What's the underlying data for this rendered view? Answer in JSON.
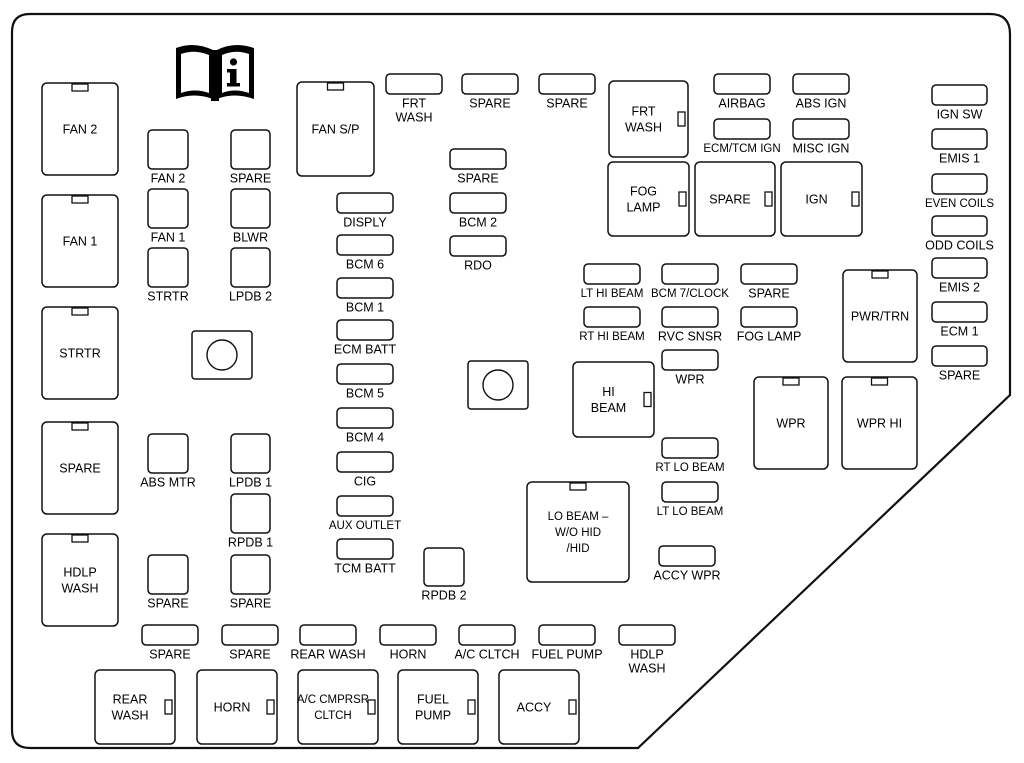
{
  "relays": [
    {
      "lines": [
        "FAN 2"
      ],
      "tab": "top"
    },
    {
      "lines": [
        "FAN 1"
      ],
      "tab": "top"
    },
    {
      "lines": [
        "STRTR"
      ],
      "tab": "top"
    },
    {
      "lines": [
        "SPARE"
      ],
      "tab": "top"
    },
    {
      "lines": [
        "HDLP",
        "WASH"
      ],
      "tab": "top"
    },
    {
      "lines": [
        "FAN S/P"
      ],
      "tab": "top"
    },
    {
      "lines": [
        "FRT",
        "WASH"
      ],
      "tab": "right"
    },
    {
      "lines": [
        "FOG",
        "LAMP"
      ],
      "tab": "right"
    },
    {
      "lines": [
        "SPARE"
      ],
      "tab": "right"
    },
    {
      "lines": [
        "IGN"
      ],
      "tab": "right"
    },
    {
      "lines": [
        "PWR/TRN"
      ],
      "tab": "top"
    },
    {
      "lines": [
        "HI",
        "BEAM"
      ],
      "tab": "right"
    },
    {
      "lines": [
        "WPR"
      ],
      "tab": "top"
    },
    {
      "lines": [
        "WPR HI"
      ],
      "tab": "top"
    },
    {
      "lines": [
        "LO BEAM –",
        "W/O HID",
        "/HID"
      ],
      "tab": "top"
    },
    {
      "lines": [
        "REAR",
        "WASH"
      ],
      "tab": "right"
    },
    {
      "lines": [
        "HORN"
      ],
      "tab": "right"
    },
    {
      "lines": [
        "A/C CMPRSR",
        "CLTCH"
      ],
      "tab": "right"
    },
    {
      "lines": [
        "FUEL",
        "PUMP"
      ],
      "tab": "right"
    },
    {
      "lines": [
        "ACCY"
      ],
      "tab": "right"
    }
  ],
  "mini_fuses": [
    {
      "lines": [
        "FAN 2"
      ]
    },
    {
      "lines": [
        "SPARE"
      ]
    },
    {
      "lines": [
        "FAN 1"
      ]
    },
    {
      "lines": [
        "BLWR"
      ]
    },
    {
      "lines": [
        "STRTR"
      ]
    },
    {
      "lines": [
        "LPDB 2"
      ]
    },
    {
      "lines": [
        "ABS MTR"
      ]
    },
    {
      "lines": [
        "LPDB 1"
      ]
    },
    {
      "lines": [
        "RPDB 1"
      ]
    },
    {
      "lines": [
        "SPARE"
      ]
    },
    {
      "lines": [
        "SPARE"
      ]
    },
    {
      "lines": [
        "RPDB 2"
      ]
    }
  ],
  "fuses": [
    {
      "lines": [
        "FRT",
        "WASH"
      ]
    },
    {
      "lines": [
        "SPARE"
      ]
    },
    {
      "lines": [
        "SPARE"
      ]
    },
    {
      "lines": [
        "AIRBAG"
      ]
    },
    {
      "lines": [
        "ABS IGN"
      ]
    },
    {
      "lines": [
        "ECM/TCM IGN"
      ]
    },
    {
      "lines": [
        "MISC IGN"
      ]
    },
    {
      "lines": [
        "IGN SW"
      ]
    },
    {
      "lines": [
        "EMIS 1"
      ]
    },
    {
      "lines": [
        "EVEN COILS"
      ]
    },
    {
      "lines": [
        "ODD COILS"
      ]
    },
    {
      "lines": [
        "EMIS 2"
      ]
    },
    {
      "lines": [
        "ECM 1"
      ]
    },
    {
      "lines": [
        "SPARE"
      ]
    },
    {
      "lines": [
        "SPARE"
      ]
    },
    {
      "lines": [
        "BCM 2"
      ]
    },
    {
      "lines": [
        "RDO"
      ]
    },
    {
      "lines": [
        "DISPLY"
      ]
    },
    {
      "lines": [
        "BCM 6"
      ]
    },
    {
      "lines": [
        "BCM 1"
      ]
    },
    {
      "lines": [
        "ECM BATT"
      ]
    },
    {
      "lines": [
        "BCM 5"
      ]
    },
    {
      "lines": [
        "BCM 4"
      ]
    },
    {
      "lines": [
        "CIG"
      ]
    },
    {
      "lines": [
        "AUX OUTLET"
      ]
    },
    {
      "lines": [
        "TCM BATT"
      ]
    },
    {
      "lines": [
        "LT HI BEAM"
      ]
    },
    {
      "lines": [
        "BCM 7/CLOCK"
      ]
    },
    {
      "lines": [
        "SPARE"
      ]
    },
    {
      "lines": [
        "RT HI BEAM"
      ]
    },
    {
      "lines": [
        "RVC SNSR"
      ]
    },
    {
      "lines": [
        "FOG LAMP"
      ]
    },
    {
      "lines": [
        "WPR"
      ]
    },
    {
      "lines": [
        "RT LO BEAM"
      ]
    },
    {
      "lines": [
        "LT LO BEAM"
      ]
    },
    {
      "lines": [
        "ACCY WPR"
      ]
    },
    {
      "lines": [
        "SPARE"
      ]
    },
    {
      "lines": [
        "SPARE"
      ]
    },
    {
      "lines": [
        "REAR WASH"
      ]
    },
    {
      "lines": [
        "HORN"
      ]
    },
    {
      "lines": [
        "A/C CLTCH"
      ]
    },
    {
      "lines": [
        "FUEL PUMP"
      ]
    },
    {
      "lines": [
        "HDLP",
        "WASH"
      ]
    }
  ],
  "studs": 2,
  "icon": "owner-manual-info-icon"
}
